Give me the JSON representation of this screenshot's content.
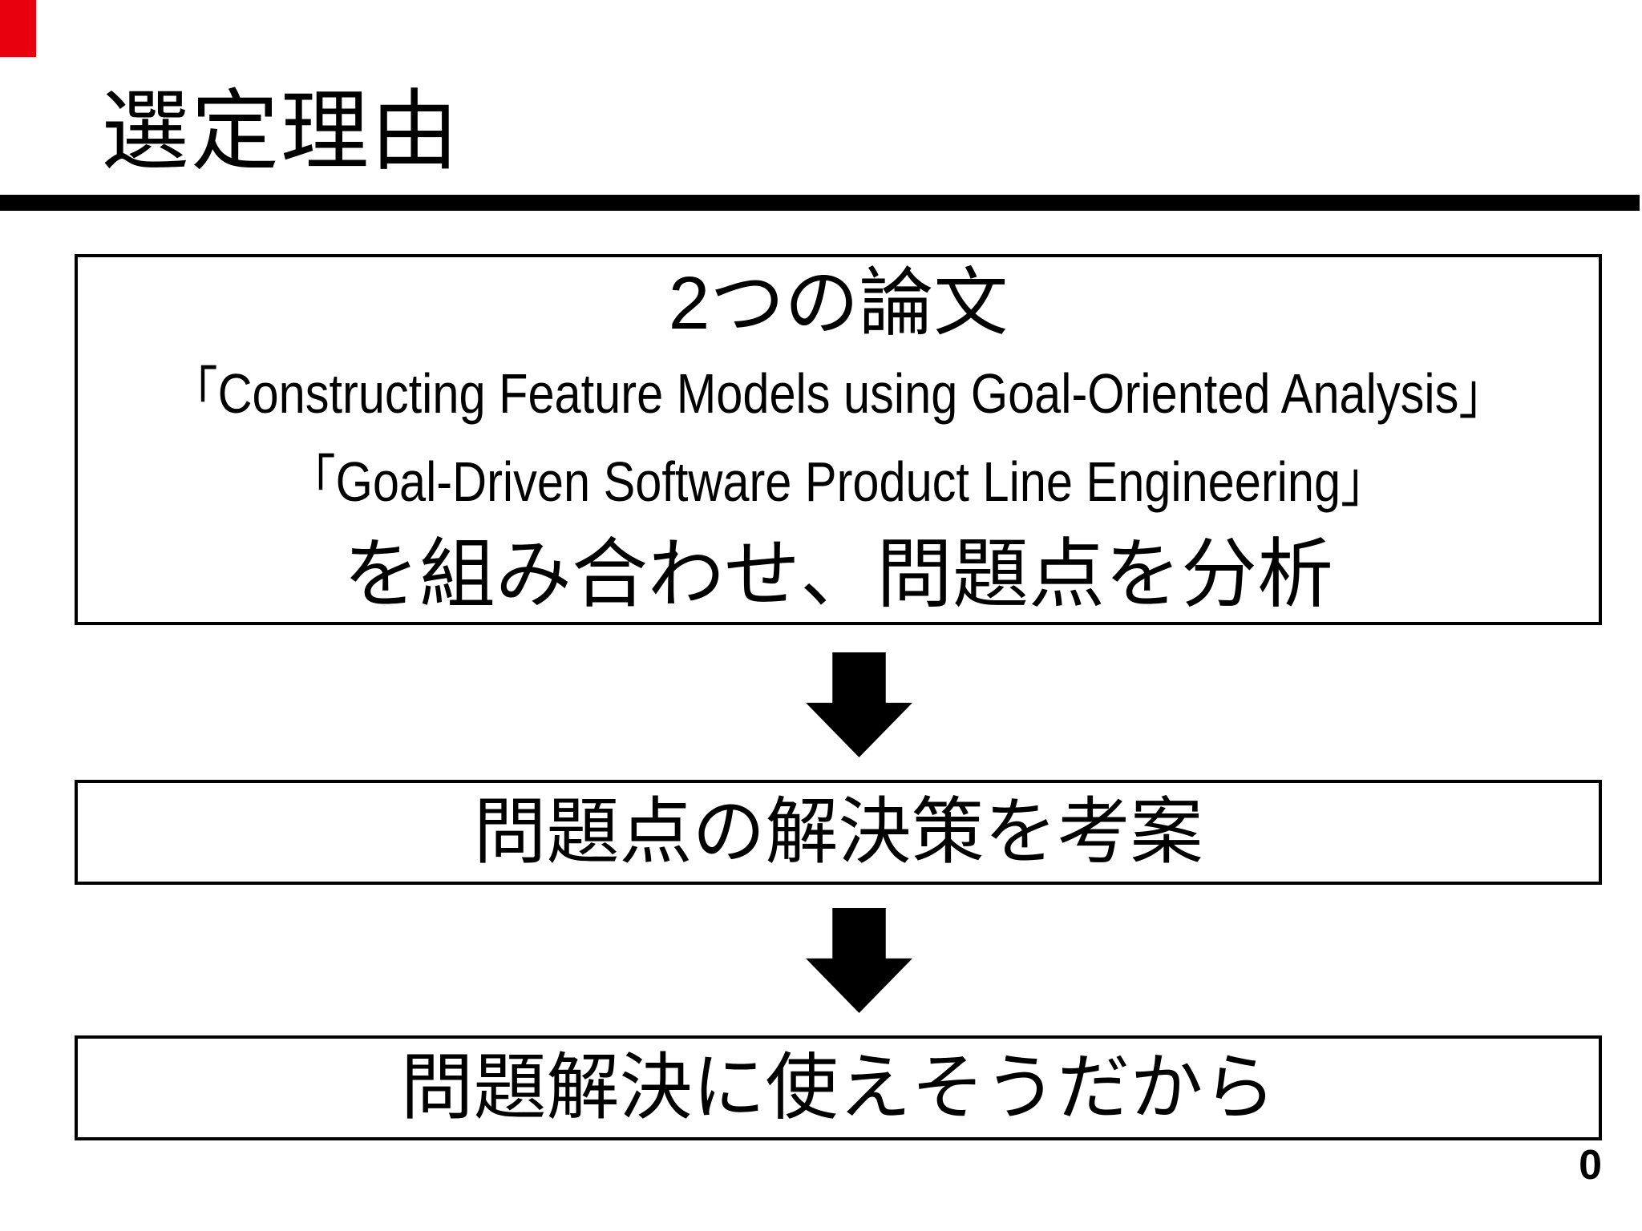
{
  "slide": {
    "title": "選定理由",
    "page_number": "0",
    "colors": {
      "corner_mark": "#e8000d",
      "text": "#000000",
      "background": "#ffffff"
    },
    "papers_box": {
      "heading": "2つの論文",
      "paper1": "「Constructing Feature Models using Goal-Oriented Analysis」",
      "paper2": "「Goal-Driven Software Product Line Engineering」",
      "conclusion": "を組み合わせ、問題点を分析"
    },
    "solution_box": {
      "text": "問題点の解決策を考案"
    },
    "reason_box": {
      "text": "問題解決に使えそうだから"
    }
  }
}
